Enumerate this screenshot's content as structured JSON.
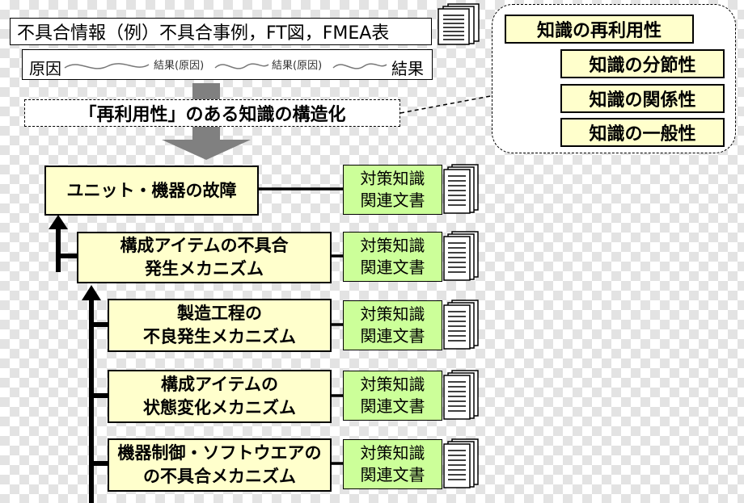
{
  "top": {
    "sources_label": "不具合情報（例）不具合事例，FT図，FMEA表",
    "chain": {
      "cause": "原因",
      "intermediate_1": "結果(原因)",
      "intermediate_2": "結果(原因)",
      "result": "結果"
    },
    "structuring_label": "「再利用性」のある知識の構造化"
  },
  "reuse_panel": {
    "title": "知識の再利用性",
    "items": [
      "知識の分節性",
      "知識の関係性",
      "知識の一般性"
    ]
  },
  "hierarchy": [
    {
      "lines": [
        "ユニット・機器の故障"
      ],
      "doc_lines": [
        "対策知識",
        "関連文書"
      ]
    },
    {
      "lines": [
        "構成アイテムの不具合",
        "発生メカニズム"
      ],
      "doc_lines": [
        "対策知識",
        "関連文書"
      ]
    },
    {
      "lines": [
        "製造工程の",
        "不良発生メカニズム"
      ],
      "doc_lines": [
        "対策知識",
        "関連文書"
      ]
    },
    {
      "lines": [
        "構成アイテムの",
        "状態変化メカニズム"
      ],
      "doc_lines": [
        "対策知識",
        "関連文書"
      ]
    },
    {
      "lines": [
        "機器制御・ソフトウエアの",
        "の不具合メカニズム"
      ],
      "doc_lines": [
        "対策知識",
        "関連文書"
      ]
    }
  ],
  "colors": {
    "category_fill": "#ffffcc",
    "doc_label_fill": "#ccff99",
    "arrow_gray": "#808080"
  },
  "icons": {
    "document_stack": "document-stack-icon",
    "down_arrow": "down-arrow-icon"
  }
}
